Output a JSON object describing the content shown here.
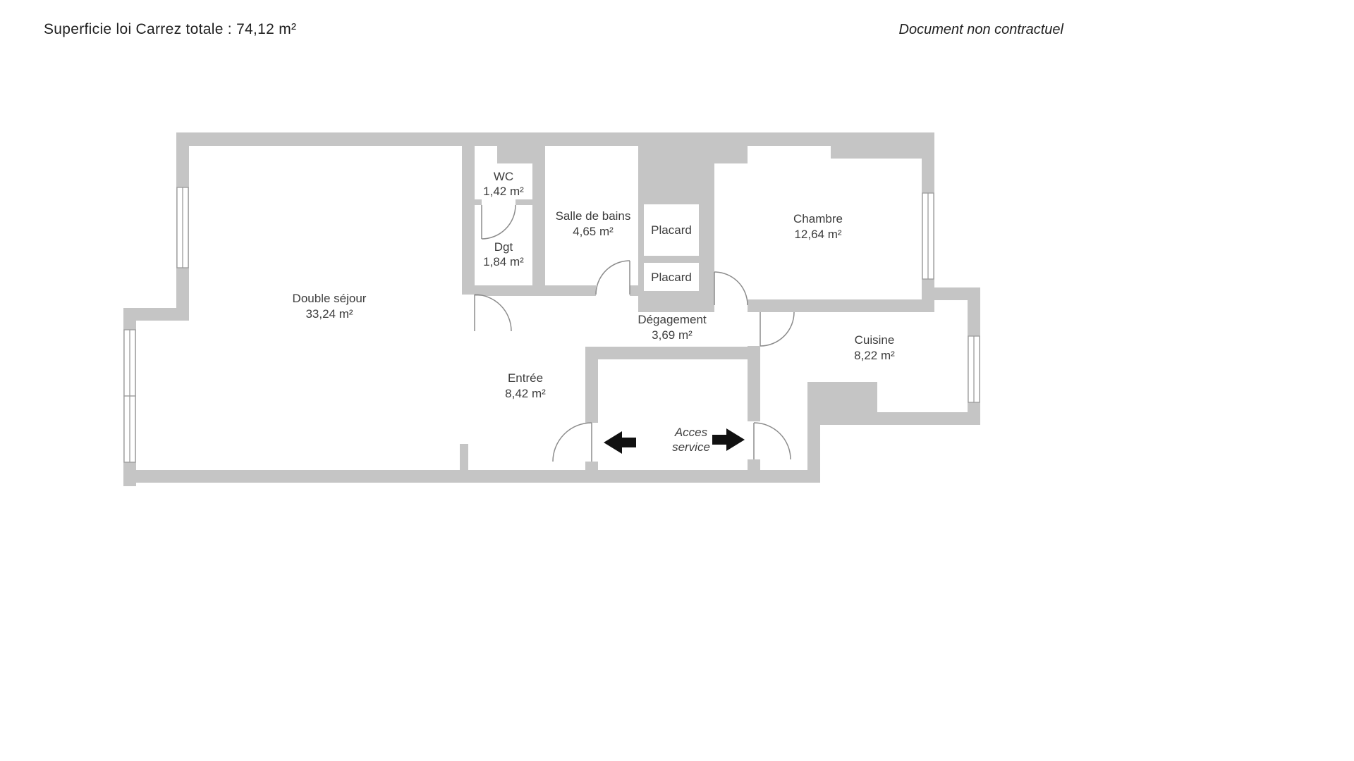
{
  "header": {
    "title": "Superficie loi Carrez totale : 74,12 m²",
    "disclaimer": "Document non contractuel"
  },
  "rooms": [
    {
      "id": "double-sejour",
      "name": "Double séjour",
      "area": "33,24 m²"
    },
    {
      "id": "wc",
      "name": "WC",
      "area": "1,42 m²"
    },
    {
      "id": "dgt",
      "name": "Dgt",
      "area": "1,84 m²"
    },
    {
      "id": "salle-de-bains",
      "name": "Salle de bains",
      "area": "4,65 m²"
    },
    {
      "id": "placard-haut",
      "name": "Placard"
    },
    {
      "id": "placard-bas",
      "name": "Placard"
    },
    {
      "id": "chambre",
      "name": "Chambre",
      "area": "12,64 m²"
    },
    {
      "id": "degagement",
      "name": "Dégagement",
      "area": "3,69 m²"
    },
    {
      "id": "cuisine",
      "name": "Cuisine",
      "area": "8,22 m²"
    },
    {
      "id": "entree",
      "name": "Entrée",
      "area": "8,42 m²"
    }
  ],
  "annotations": {
    "service_access_line1": "Acces",
    "service_access_line2": "service"
  },
  "colors": {
    "background": "#ffffff",
    "wall": "#c5c5c5",
    "wall_outline": "#9b9b9b",
    "label": "#3d3d3d",
    "arrow": "#111111"
  }
}
